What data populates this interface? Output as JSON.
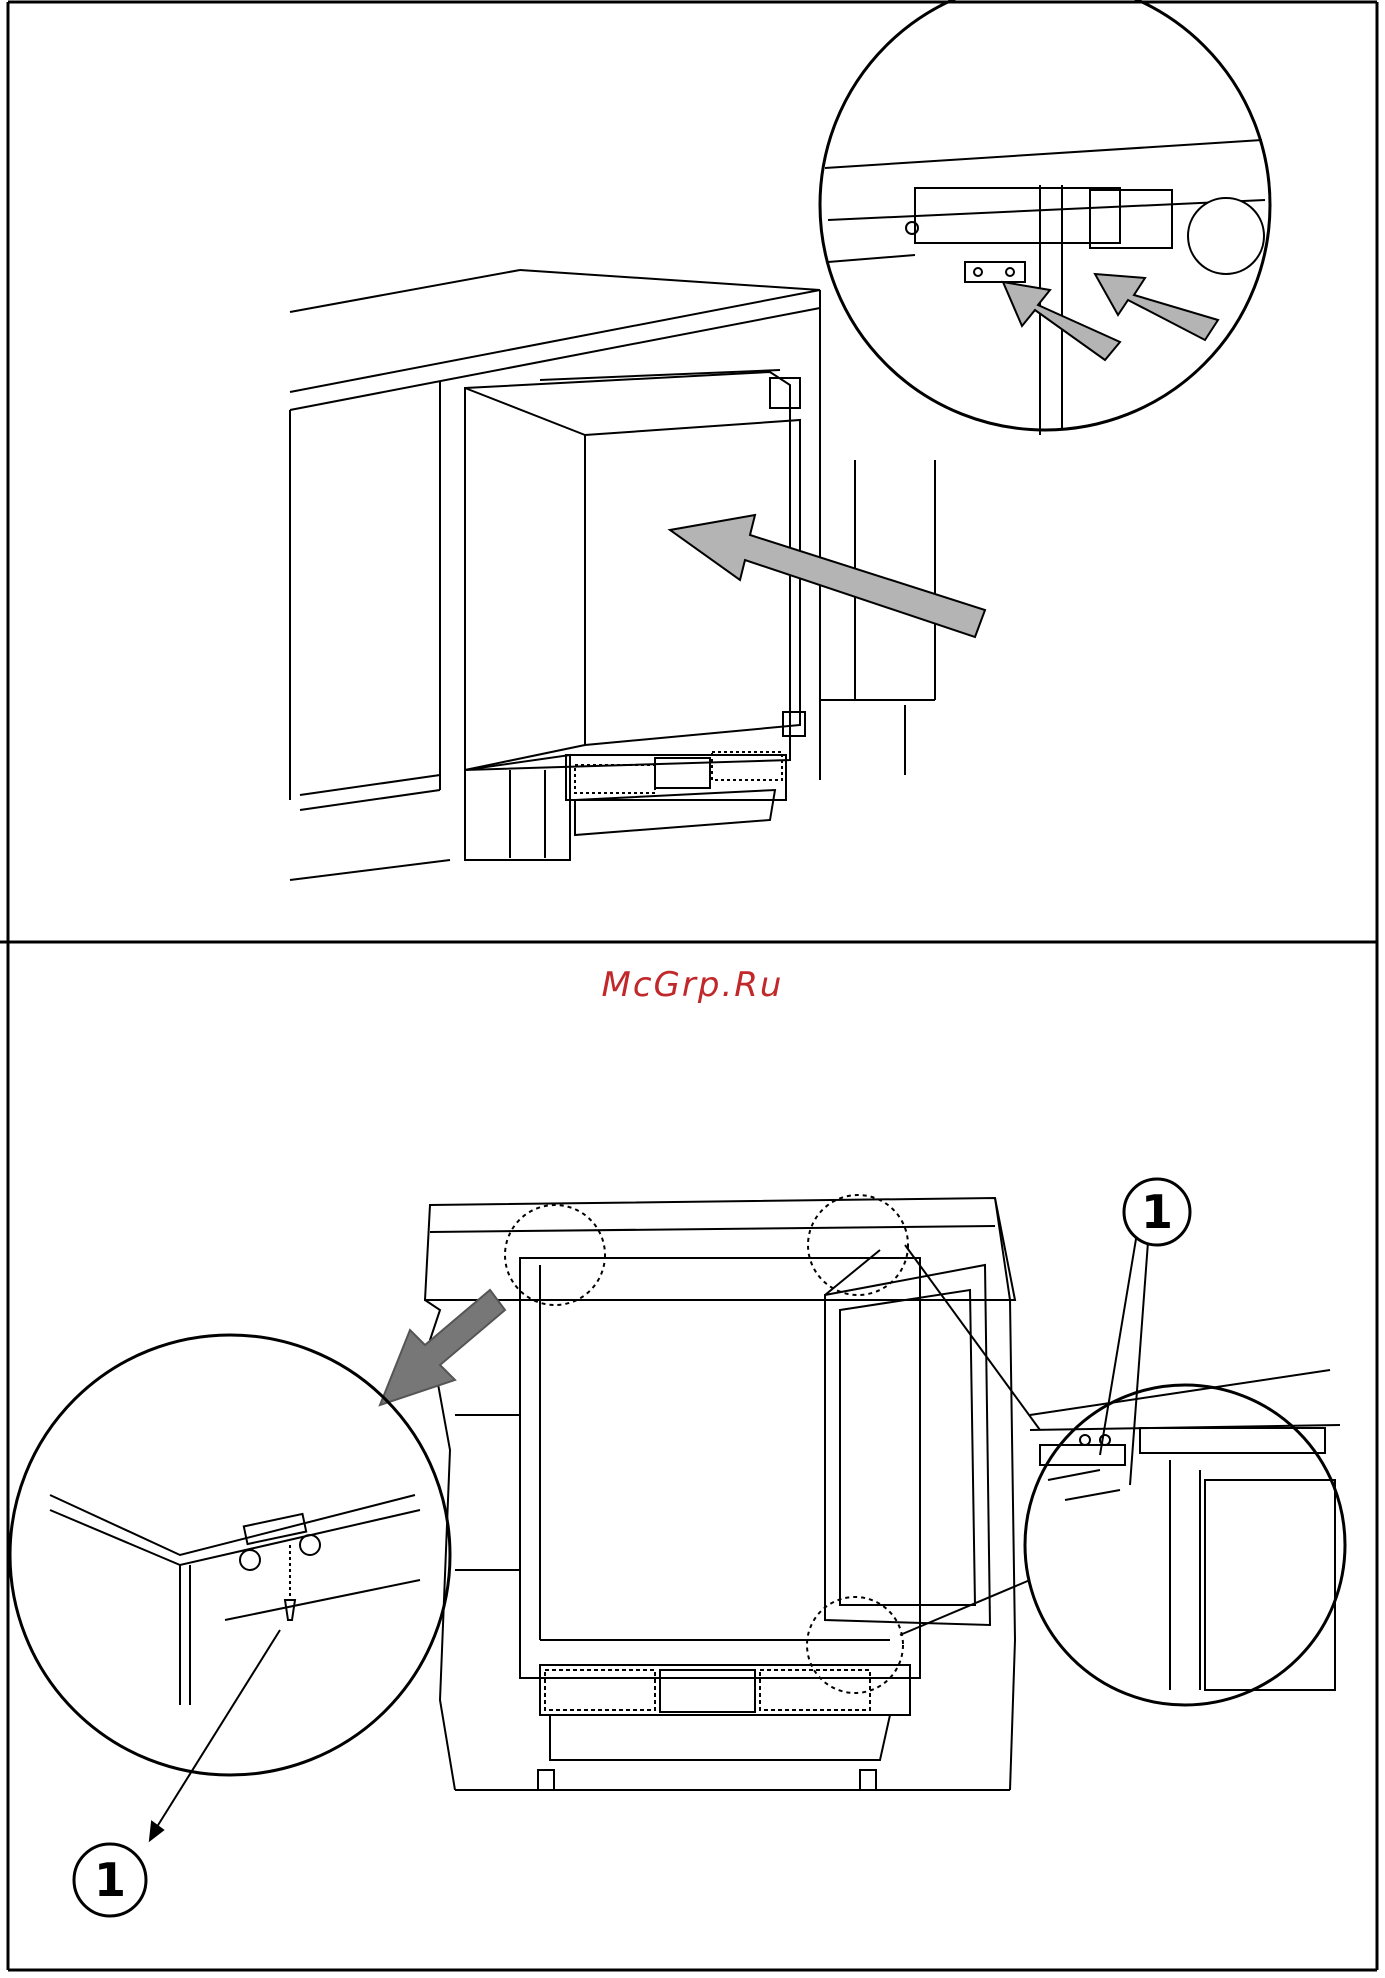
{
  "watermark": {
    "text": "McGrp.Ru",
    "color": "#c0282a"
  },
  "callouts": {
    "top_right": "1",
    "bottom_left": "1",
    "detail_circle_top": ""
  },
  "colors": {
    "line": "#000000",
    "arrow_fill": "#b4b4b4",
    "background": "#ffffff"
  }
}
